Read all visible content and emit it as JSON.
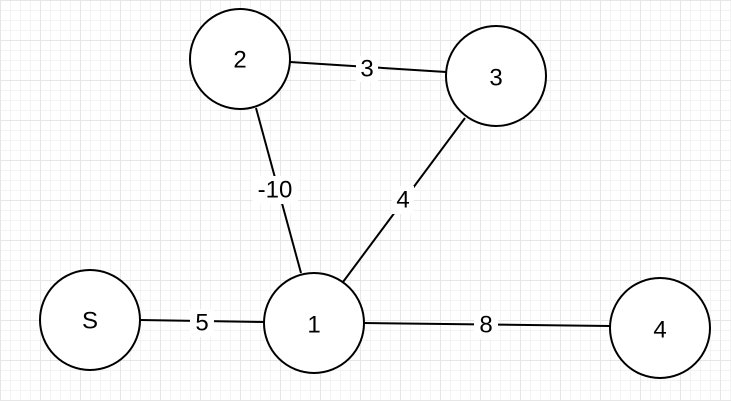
{
  "diagram": {
    "type": "graph",
    "nodes": [
      {
        "id": "2",
        "label": "2"
      },
      {
        "id": "3",
        "label": "3"
      },
      {
        "id": "S",
        "label": "S"
      },
      {
        "id": "1",
        "label": "1"
      },
      {
        "id": "4",
        "label": "4"
      }
    ],
    "edges": [
      {
        "from": "2",
        "to": "3",
        "weight": "3"
      },
      {
        "from": "2",
        "to": "1",
        "weight": "-10"
      },
      {
        "from": "3",
        "to": "1",
        "weight": "4"
      },
      {
        "from": "S",
        "to": "1",
        "weight": "5"
      },
      {
        "from": "1",
        "to": "4",
        "weight": "8"
      }
    ]
  }
}
